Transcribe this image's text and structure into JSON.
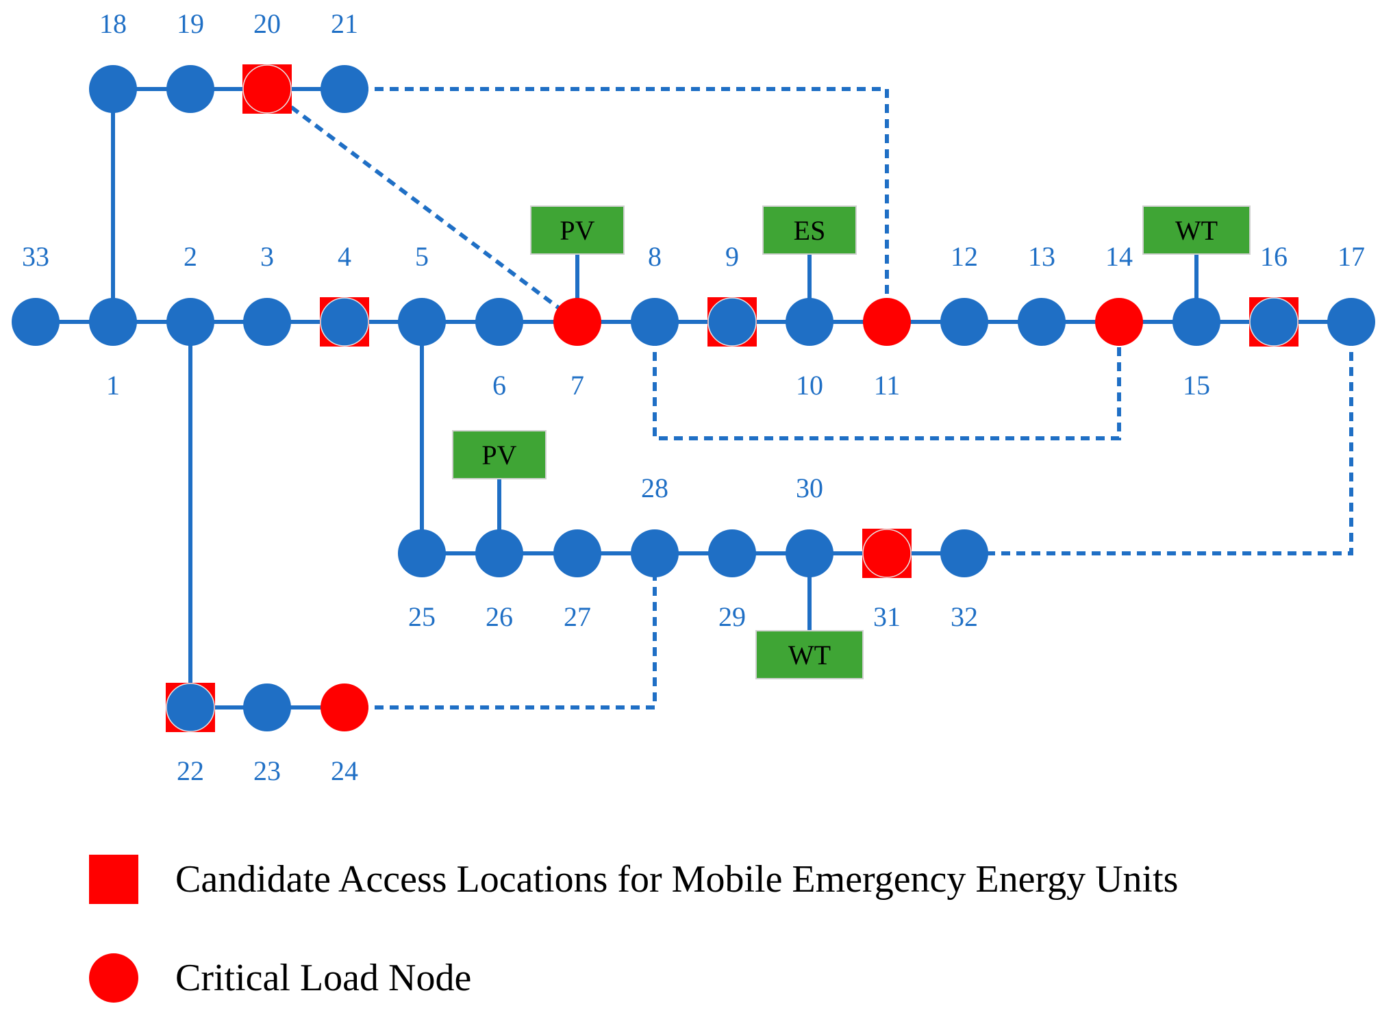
{
  "colors": {
    "normal_node": "#1f6fc5",
    "critical_node": "#ff0000",
    "candidate_square": "#ff0000",
    "generator_box": "#3fa535",
    "line": "#1f6fc5",
    "label": "#1f6fc5"
  },
  "nodes": [
    {
      "id": "33",
      "label": "33",
      "critical": false,
      "candidate": false
    },
    {
      "id": "1",
      "label": "1",
      "critical": false,
      "candidate": false
    },
    {
      "id": "2",
      "label": "2",
      "critical": false,
      "candidate": false
    },
    {
      "id": "3",
      "label": "3",
      "critical": false,
      "candidate": false
    },
    {
      "id": "4",
      "label": "4",
      "critical": false,
      "candidate": true
    },
    {
      "id": "5",
      "label": "5",
      "critical": false,
      "candidate": false
    },
    {
      "id": "6",
      "label": "6",
      "critical": false,
      "candidate": false
    },
    {
      "id": "7",
      "label": "7",
      "critical": true,
      "candidate": false
    },
    {
      "id": "8",
      "label": "8",
      "critical": false,
      "candidate": false
    },
    {
      "id": "9",
      "label": "9",
      "critical": false,
      "candidate": true
    },
    {
      "id": "10",
      "label": "10",
      "critical": false,
      "candidate": false
    },
    {
      "id": "11",
      "label": "11",
      "critical": true,
      "candidate": false
    },
    {
      "id": "12",
      "label": "12",
      "critical": false,
      "candidate": false
    },
    {
      "id": "13",
      "label": "13",
      "critical": false,
      "candidate": false
    },
    {
      "id": "14",
      "label": "14",
      "critical": true,
      "candidate": false
    },
    {
      "id": "15",
      "label": "15",
      "critical": false,
      "candidate": false
    },
    {
      "id": "16",
      "label": "16",
      "critical": false,
      "candidate": true
    },
    {
      "id": "17",
      "label": "17",
      "critical": false,
      "candidate": false
    },
    {
      "id": "18",
      "label": "18",
      "critical": false,
      "candidate": false
    },
    {
      "id": "19",
      "label": "19",
      "critical": false,
      "candidate": false
    },
    {
      "id": "20",
      "label": "20",
      "critical": true,
      "candidate": true
    },
    {
      "id": "21",
      "label": "21",
      "critical": false,
      "candidate": false
    },
    {
      "id": "22",
      "label": "22",
      "critical": false,
      "candidate": true
    },
    {
      "id": "23",
      "label": "23",
      "critical": false,
      "candidate": false
    },
    {
      "id": "24",
      "label": "24",
      "critical": true,
      "candidate": false
    },
    {
      "id": "25",
      "label": "25",
      "critical": false,
      "candidate": false
    },
    {
      "id": "26",
      "label": "26",
      "critical": false,
      "candidate": false
    },
    {
      "id": "27",
      "label": "27",
      "critical": false,
      "candidate": false
    },
    {
      "id": "28",
      "label": "28",
      "critical": false,
      "candidate": false
    },
    {
      "id": "29",
      "label": "29",
      "critical": false,
      "candidate": false
    },
    {
      "id": "30",
      "label": "30",
      "critical": false,
      "candidate": false
    },
    {
      "id": "31",
      "label": "31",
      "critical": true,
      "candidate": true
    },
    {
      "id": "32",
      "label": "32",
      "critical": false,
      "candidate": false
    }
  ],
  "branches": [
    [
      "33",
      "1"
    ],
    [
      "1",
      "2"
    ],
    [
      "2",
      "3"
    ],
    [
      "3",
      "4"
    ],
    [
      "4",
      "5"
    ],
    [
      "5",
      "6"
    ],
    [
      "6",
      "7"
    ],
    [
      "7",
      "8"
    ],
    [
      "8",
      "9"
    ],
    [
      "9",
      "10"
    ],
    [
      "10",
      "11"
    ],
    [
      "11",
      "12"
    ],
    [
      "12",
      "13"
    ],
    [
      "13",
      "14"
    ],
    [
      "14",
      "15"
    ],
    [
      "15",
      "16"
    ],
    [
      "16",
      "17"
    ],
    [
      "1",
      "18"
    ],
    [
      "18",
      "19"
    ],
    [
      "19",
      "20"
    ],
    [
      "20",
      "21"
    ],
    [
      "2",
      "22"
    ],
    [
      "22",
      "23"
    ],
    [
      "23",
      "24"
    ],
    [
      "5",
      "25"
    ],
    [
      "25",
      "26"
    ],
    [
      "26",
      "27"
    ],
    [
      "27",
      "28"
    ],
    [
      "28",
      "29"
    ],
    [
      "29",
      "30"
    ],
    [
      "30",
      "31"
    ],
    [
      "31",
      "32"
    ]
  ],
  "tie_lines": [
    [
      "20",
      "7"
    ],
    [
      "21",
      "11"
    ],
    [
      "8",
      "14"
    ],
    [
      "17",
      "32"
    ],
    [
      "24",
      "28"
    ]
  ],
  "generators": [
    {
      "id": "pv-7",
      "label": "PV",
      "node": "7"
    },
    {
      "id": "es-10",
      "label": "ES",
      "node": "10"
    },
    {
      "id": "wt-15",
      "label": "WT",
      "node": "15"
    },
    {
      "id": "pv-26",
      "label": "PV",
      "node": "26"
    },
    {
      "id": "wt-30",
      "label": "WT",
      "node": "30"
    }
  ],
  "legend": {
    "candidate": "Candidate Access Locations for Mobile Emergency Energy Units",
    "critical": "Critical Load Node"
  }
}
